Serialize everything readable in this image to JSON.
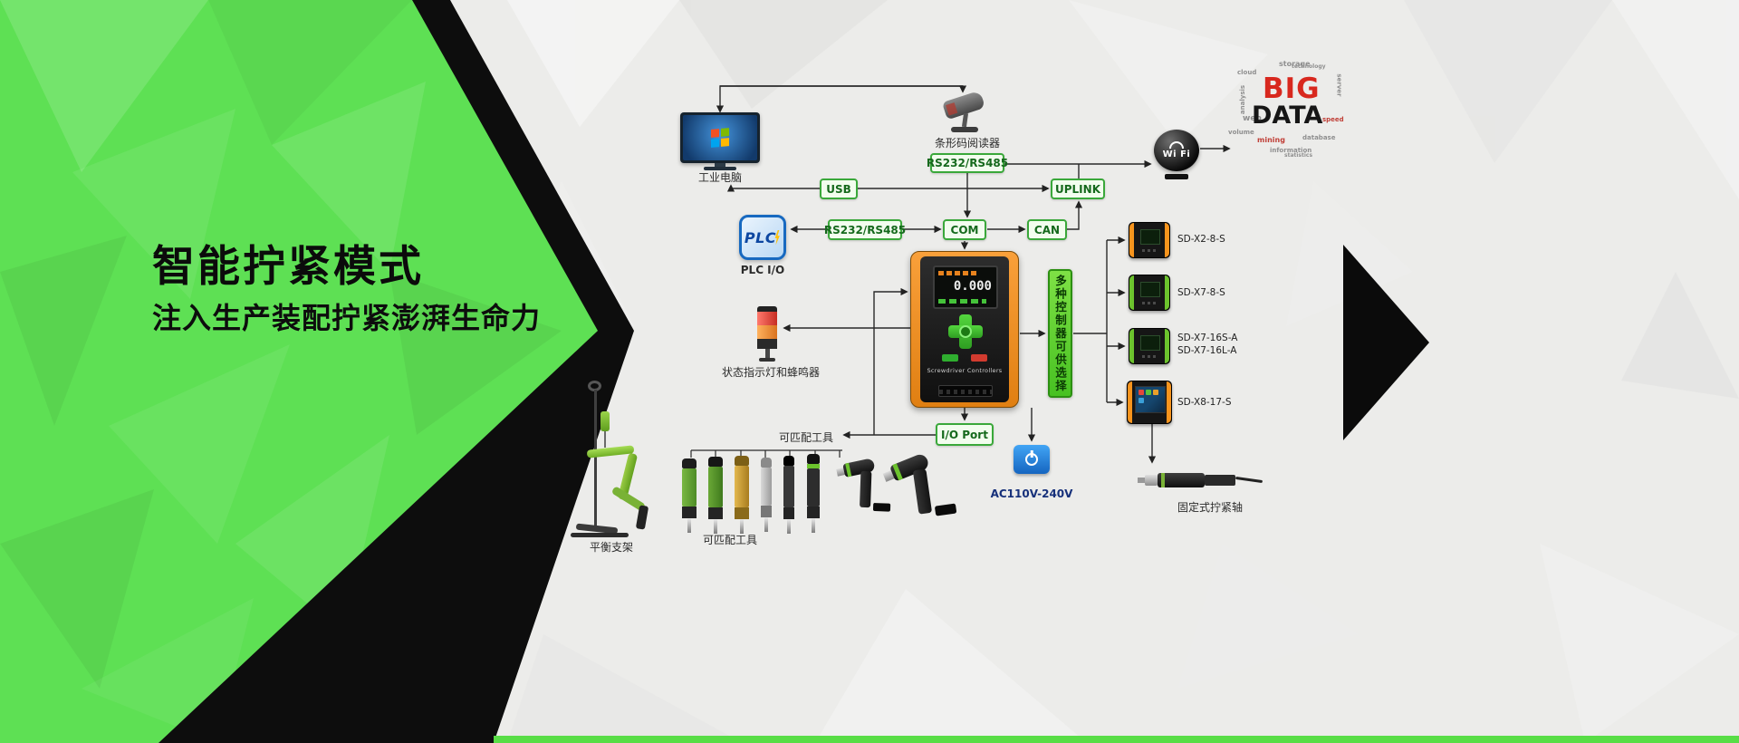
{
  "hero": {
    "title": "智能拧紧模式",
    "subtitle": "注入生产装配拧紧澎湃生命力"
  },
  "colors": {
    "brand_green": "#5ee054",
    "box_green_border": "#3aa83a",
    "controller_orange": "#f7941d",
    "accent_blue": "#1565c0",
    "bigdata_red": "#d8281e"
  },
  "diagram": {
    "industrial_pc_label": "工业电脑",
    "barcode_label": "条形码阅读器",
    "barcode_port": "RS232/RS485",
    "usb": "USB",
    "uplink": "UPLINK",
    "rs232": "RS232/RS485",
    "com": "COM",
    "can": "CAN",
    "plc_text": "PLC",
    "plc_label": "PLC I/O",
    "wifi_label": "Wi Fi",
    "bigdata_big": "BIG",
    "bigdata_data": "DATA",
    "bigdata_words": [
      "storage",
      "cloud",
      "database",
      "analysis",
      "mining",
      "server",
      "web",
      "information",
      "technology",
      "volume",
      "speed",
      "statistics"
    ],
    "status_label": "状态指示灯和蜂鸣器",
    "controller_screen_value": "0.000",
    "controller_caption": "Screwdriver Controllers",
    "selector_label": "多种控制器可供选择",
    "io_port": "I/O Port",
    "ac_label": "AC110V-240V",
    "tools_label_top": "可匹配工具",
    "tools_label_bottom": "可匹配工具",
    "balance_label": "平衡支架",
    "spindle_label": "固定式拧紧轴",
    "models": [
      {
        "label": "SD-X2-8-S"
      },
      {
        "label": "SD-X7-8-S"
      },
      {
        "label": "SD-X7-16S-A",
        "label2": "SD-X7-16L-A"
      },
      {
        "label": "SD-X8-17-S"
      }
    ]
  }
}
